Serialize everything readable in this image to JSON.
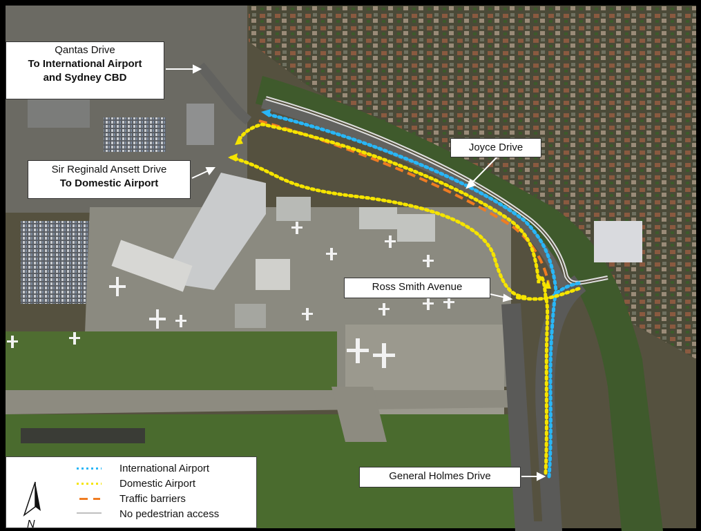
{
  "labels": {
    "qantas": {
      "line1": "Qantas Drive",
      "line2": "To International Airport",
      "line3": "and Sydney CBD"
    },
    "ansett": {
      "line1": "Sir Reginald Ansett Drive",
      "line2": "To Domestic Airport"
    },
    "joyce": "Joyce Drive",
    "ross_smith": "Ross Smith Avenue",
    "general_holmes": "General Holmes  Drive"
  },
  "legend": {
    "items": [
      {
        "label": "International Airport",
        "color": "#29b6f6",
        "style": "dotted"
      },
      {
        "label": "Domestic Airport",
        "color": "#f5e400",
        "style": "dotted"
      },
      {
        "label": "Traffic barriers",
        "color": "#f07c22",
        "style": "dashed"
      },
      {
        "label": "No pedestrian access",
        "color": "#bdbdbd",
        "style": "double-line"
      }
    ]
  },
  "north_arrow": {
    "letter": "N"
  },
  "colors": {
    "international_route": "#29b6f6",
    "domestic_route": "#f5e400",
    "traffic_barriers": "#f07c22",
    "no_pedestrian": "#d0d0d0",
    "grass": "#4a6b2e",
    "tarmac": "#7a7a72",
    "suburb": "#5e5a45"
  }
}
